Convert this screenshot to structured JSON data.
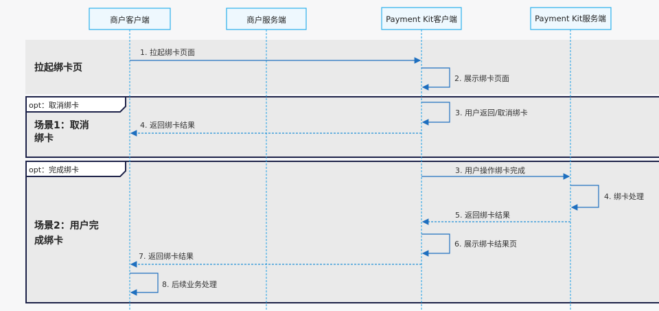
{
  "participants": [
    "商户客户端",
    "商户服务端",
    "Payment Kit客户端",
    "Payment Kit服务端"
  ],
  "sections": {
    "launch": "拉起绑卡页",
    "cancel_line1": "场景1：取消",
    "cancel_line2": "绑卡",
    "complete_line1": "场景2：用户完",
    "complete_line2": "成绑卡"
  },
  "frames": {
    "cancel": "opt：取消绑卡",
    "complete": "opt：完成绑卡"
  },
  "messages": {
    "m1": "1. 拉起绑卡页面",
    "m2": "2. 展示绑卡页面",
    "m3a": "3. 用户返回/取消绑卡",
    "m4a": "4. 返回绑卡结果",
    "m3b": "3. 用户操作绑卡完成",
    "m4b": "4. 绑卡处理",
    "m5": "5. 返回绑卡结果",
    "m6": "6. 展示绑卡结果页",
    "m7": "7. 返回绑卡结果",
    "m8": "8. 后续业务处理"
  },
  "colors": {
    "lifeline": "#1ea0e6",
    "arrow": "#1e6fbf",
    "frame": "#1c2148",
    "band": "#eaeaea"
  }
}
